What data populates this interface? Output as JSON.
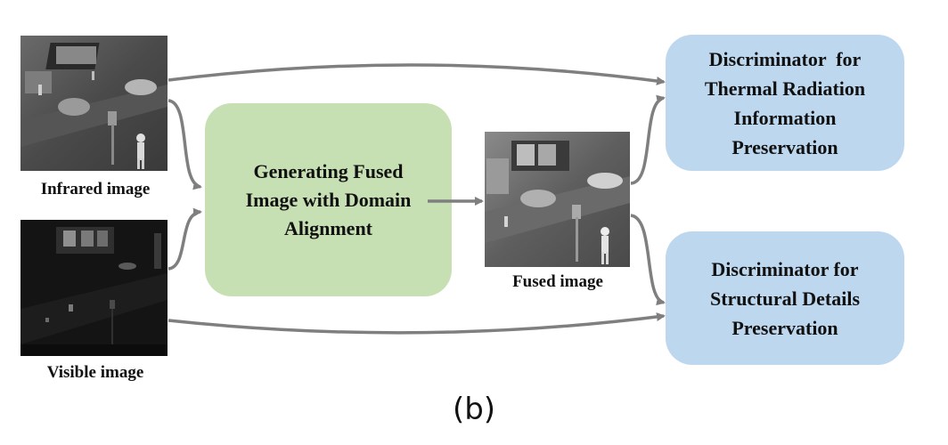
{
  "inputs": {
    "infrared_caption": "Infrared image",
    "visible_caption": "Visible image"
  },
  "generator": {
    "lines": [
      "Generating Fused",
      "Image with Domain",
      "Alignment"
    ]
  },
  "fused": {
    "caption": "Fused image"
  },
  "discriminator_thermal": {
    "lines": [
      "Discriminator  for",
      "Thermal Radiation",
      "Information",
      "Preservation"
    ]
  },
  "discriminator_structural": {
    "lines": [
      "Discriminator for",
      "Structural Details",
      "Preservation"
    ]
  },
  "figure_label": "(b)",
  "colors": {
    "generator_fill": "#c6e0b4",
    "discriminator_fill": "#bdd7ee",
    "arrow": "#7f7f7f"
  }
}
